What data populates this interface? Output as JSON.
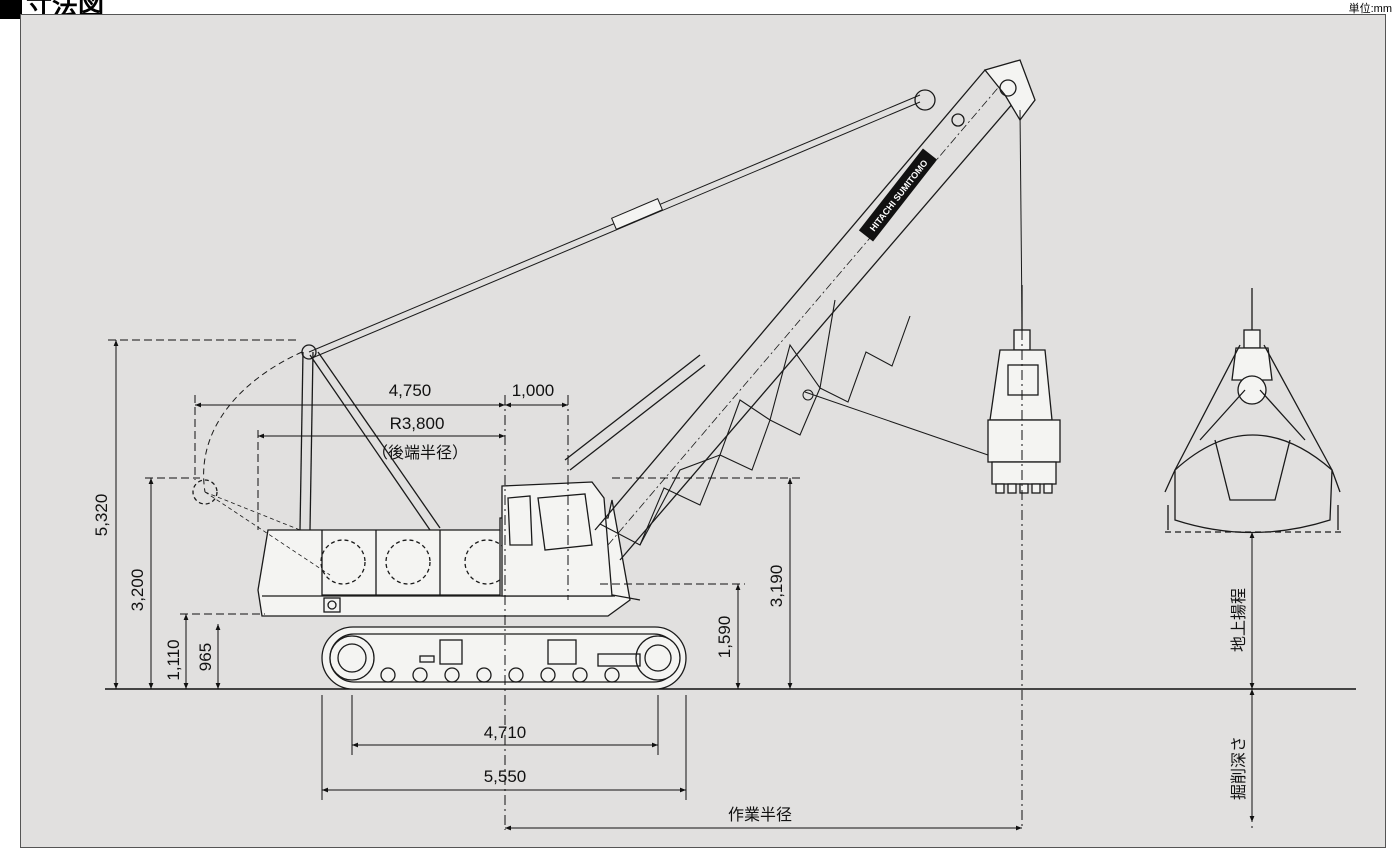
{
  "header": {
    "title": "寸法図",
    "unit": "単位:mm"
  },
  "brand": {
    "boom_text": "HITACHI SUMITOMO"
  },
  "dimensions": {
    "tail_span": "4,750",
    "pivot_offset": "1,000",
    "tail_radius": "R3,800",
    "tail_radius_note": "（後端半径）",
    "height_overall": "5,320",
    "height_gantry": "3,200",
    "height_counterweight": "1,110",
    "height_deck": "965",
    "height_cab": "3,190",
    "height_pivot": "1,590",
    "tumbler_distance": "4,710",
    "crawler_length": "5,550",
    "working_radius": "作業半径",
    "lifting_height": "地上揚程",
    "digging_depth": "掘削深さ"
  },
  "colors": {
    "panel": "#e1e0df",
    "line": "#1a1a1a",
    "machine": "#f4f4f2"
  }
}
